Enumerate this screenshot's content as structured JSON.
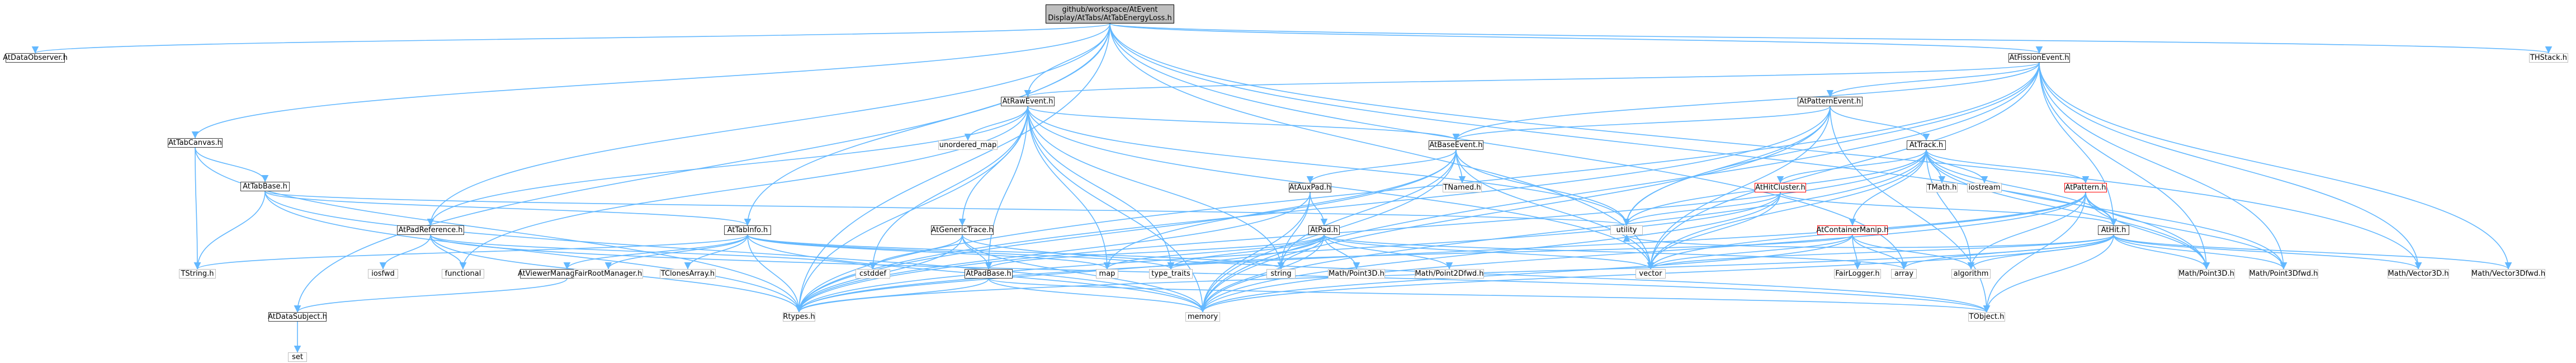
{
  "graph": {
    "root": {
      "line1": "github/workspace/AtEvent",
      "line2": "Display/AtTabs/AtTabEnergyLoss.h"
    },
    "nodes": [
      {
        "id": "root"
      },
      {
        "id": "AtDataObserver",
        "label": "AtDataObserver.h"
      },
      {
        "id": "AtTabCanvas",
        "label": "AtTabCanvas.h"
      },
      {
        "id": "AtTabBase",
        "label": "AtTabBase.h"
      },
      {
        "id": "AtPadReference",
        "label": "AtPadReference.h"
      },
      {
        "id": "AtTabInfo",
        "label": "AtTabInfo.h"
      },
      {
        "id": "AtRawEvent",
        "label": "AtRawEvent.h"
      },
      {
        "id": "unordered_map",
        "label": "unordered_map"
      },
      {
        "id": "AtGenericTrace",
        "label": "AtGenericTrace.h"
      },
      {
        "id": "AtBaseEvent",
        "label": "AtBaseEvent.h"
      },
      {
        "id": "TNamed",
        "label": "TNamed.h"
      },
      {
        "id": "AtAuxPad",
        "label": "AtAuxPad.h"
      },
      {
        "id": "AtPad",
        "label": "AtPad.h"
      },
      {
        "id": "AtFissionEvent",
        "label": "AtFissionEvent.h"
      },
      {
        "id": "AtPatternEvent",
        "label": "AtPatternEvent.h"
      },
      {
        "id": "AtTrack",
        "label": "AtTrack.h"
      },
      {
        "id": "AtHitCluster",
        "label": "AtHitCluster.h"
      },
      {
        "id": "TMath",
        "label": "TMath.h"
      },
      {
        "id": "iostream",
        "label": "iostream"
      },
      {
        "id": "AtPattern",
        "label": "AtPattern.h"
      },
      {
        "id": "AtContainerManip",
        "label": "AtContainerManip.h"
      },
      {
        "id": "AtHit",
        "label": "AtHit.h"
      },
      {
        "id": "THStack",
        "label": "THStack.h"
      },
      {
        "id": "AtViewerManagerSubject",
        "label": "AtViewerManagerSubject.h"
      },
      {
        "id": "AtDataSubject",
        "label": "AtDataSubject.h"
      },
      {
        "id": "set",
        "label": "set"
      },
      {
        "id": "TString",
        "label": "TString.h"
      },
      {
        "id": "iosfwd",
        "label": "iosfwd"
      },
      {
        "id": "functional",
        "label": "functional"
      },
      {
        "id": "FairRootManager",
        "label": "FairRootManager.h"
      },
      {
        "id": "TClonesArray",
        "label": "TClonesArray.h"
      },
      {
        "id": "cstddef",
        "label": "cstddef"
      },
      {
        "id": "AtPadBase",
        "label": "AtPadBase.h"
      },
      {
        "id": "map",
        "label": "map"
      },
      {
        "id": "type_traits",
        "label": "type_traits"
      },
      {
        "id": "string",
        "label": "string"
      },
      {
        "id": "MathPoint3D",
        "label": "Math/Point3D.h"
      },
      {
        "id": "MathPoint2Dfwd",
        "label": "Math/Point2Dfwd.h"
      },
      {
        "id": "utility",
        "label": "utility"
      },
      {
        "id": "vector",
        "label": "vector"
      },
      {
        "id": "FairLogger",
        "label": "FairLogger.h"
      },
      {
        "id": "array",
        "label": "array"
      },
      {
        "id": "algorithm",
        "label": "algorithm"
      },
      {
        "id": "MathPoint3D_b",
        "label": "Math/Point3D.h"
      },
      {
        "id": "MathPoint3Dfwd",
        "label": "Math/Point3Dfwd.h"
      },
      {
        "id": "MathVector3D",
        "label": "Math/Vector3D.h"
      },
      {
        "id": "MathVector3Dfwd",
        "label": "Math/Vector3Dfwd.h"
      },
      {
        "id": "Rtypes",
        "label": "Rtypes.h"
      },
      {
        "id": "memory",
        "label": "memory"
      },
      {
        "id": "TObject",
        "label": "TObject.h"
      }
    ],
    "edges": [
      [
        "root",
        "AtDataObserver"
      ],
      [
        "root",
        "AtTabCanvas"
      ],
      [
        "root",
        "AtPadReference"
      ],
      [
        "root",
        "AtTabInfo"
      ],
      [
        "root",
        "AtRawEvent"
      ],
      [
        "root",
        "AtFissionEvent"
      ],
      [
        "root",
        "THStack"
      ],
      [
        "root",
        "array"
      ],
      [
        "root",
        "vector"
      ],
      [
        "root",
        "Rtypes"
      ],
      [
        "root",
        "AtDataSubject"
      ],
      [
        "root",
        "MathPoint3D_b"
      ],
      [
        "root",
        "MathVector3D"
      ],
      [
        "AtTabCanvas",
        "AtTabBase"
      ],
      [
        "AtTabCanvas",
        "TString"
      ],
      [
        "AtTabCanvas",
        "Rtypes"
      ],
      [
        "AtTabBase",
        "AtTabInfo"
      ],
      [
        "AtTabBase",
        "TString"
      ],
      [
        "AtTabBase",
        "Rtypes"
      ],
      [
        "AtTabBase",
        "memory"
      ],
      [
        "AtTabBase",
        "utility"
      ],
      [
        "AtPadReference",
        "iosfwd"
      ],
      [
        "AtPadReference",
        "functional"
      ],
      [
        "AtPadReference",
        "Rtypes"
      ],
      [
        "AtPadReference",
        "cstddef"
      ],
      [
        "AtPadReference",
        "TObject"
      ],
      [
        "AtTabInfo",
        "AtViewerManagerSubject"
      ],
      [
        "AtTabInfo",
        "FairRootManager"
      ],
      [
        "AtTabInfo",
        "TClonesArray"
      ],
      [
        "AtTabInfo",
        "map"
      ],
      [
        "AtTabInfo",
        "memory"
      ],
      [
        "AtTabInfo",
        "string"
      ],
      [
        "AtTabInfo",
        "type_traits"
      ],
      [
        "AtTabInfo",
        "Rtypes"
      ],
      [
        "AtTabInfo",
        "TString"
      ],
      [
        "AtViewerManagerSubject",
        "AtDataSubject"
      ],
      [
        "AtDataSubject",
        "set"
      ],
      [
        "AtRawEvent",
        "unordered_map"
      ],
      [
        "AtRawEvent",
        "AtGenericTrace"
      ],
      [
        "AtRawEvent",
        "AtBaseEvent"
      ],
      [
        "AtRawEvent",
        "AtPadReference"
      ],
      [
        "AtRawEvent",
        "AtPadBase"
      ],
      [
        "AtRawEvent",
        "map"
      ],
      [
        "AtRawEvent",
        "memory"
      ],
      [
        "AtRawEvent",
        "Rtypes"
      ],
      [
        "AtRawEvent",
        "vector"
      ],
      [
        "AtRawEvent",
        "utility"
      ],
      [
        "AtRawEvent",
        "type_traits"
      ],
      [
        "AtRawEvent",
        "functional"
      ],
      [
        "AtRawEvent",
        "cstddef"
      ],
      [
        "AtRawEvent",
        "string"
      ],
      [
        "AtGenericTrace",
        "AtPadBase"
      ],
      [
        "AtGenericTrace",
        "Rtypes"
      ],
      [
        "AtGenericTrace",
        "cstddef"
      ],
      [
        "AtGenericTrace",
        "memory"
      ],
      [
        "AtGenericTrace",
        "TObject"
      ],
      [
        "AtBaseEvent",
        "TNamed"
      ],
      [
        "AtBaseEvent",
        "AtAuxPad"
      ],
      [
        "AtBaseEvent",
        "utility"
      ],
      [
        "AtBaseEvent",
        "map"
      ],
      [
        "AtBaseEvent",
        "string"
      ],
      [
        "AtBaseEvent",
        "vector"
      ],
      [
        "AtBaseEvent",
        "Rtypes"
      ],
      [
        "AtBaseEvent",
        "memory"
      ],
      [
        "AtAuxPad",
        "AtPad"
      ],
      [
        "AtAuxPad",
        "string"
      ],
      [
        "AtAuxPad",
        "Rtypes"
      ],
      [
        "AtAuxPad",
        "memory"
      ],
      [
        "AtPad",
        "AtPadBase"
      ],
      [
        "AtPad",
        "MathPoint3D"
      ],
      [
        "AtPad",
        "MathPoint2Dfwd"
      ],
      [
        "AtPad",
        "array"
      ],
      [
        "AtPad",
        "map"
      ],
      [
        "AtPad",
        "memory"
      ],
      [
        "AtPad",
        "Rtypes"
      ],
      [
        "AtPad",
        "string"
      ],
      [
        "AtPad",
        "type_traits"
      ],
      [
        "AtPad",
        "vector"
      ],
      [
        "AtPadBase",
        "Rtypes"
      ],
      [
        "AtPadBase",
        "memory"
      ],
      [
        "AtPadBase",
        "TObject"
      ],
      [
        "AtFissionEvent",
        "AtPatternEvent"
      ],
      [
        "AtFissionEvent",
        "AtBaseEvent"
      ],
      [
        "AtFissionEvent",
        "AtRawEvent"
      ],
      [
        "AtFissionEvent",
        "AtHit"
      ],
      [
        "AtFissionEvent",
        "MathPoint3D_b"
      ],
      [
        "AtFissionEvent",
        "MathPoint3Dfwd"
      ],
      [
        "AtFissionEvent",
        "MathVector3D"
      ],
      [
        "AtFissionEvent",
        "MathVector3Dfwd"
      ],
      [
        "AtFissionEvent",
        "Rtypes"
      ],
      [
        "AtFissionEvent",
        "utility"
      ],
      [
        "AtFissionEvent",
        "vector"
      ],
      [
        "AtFissionEvent",
        "memory"
      ],
      [
        "AtPatternEvent",
        "AtTrack"
      ],
      [
        "AtPatternEvent",
        "AtBaseEvent"
      ],
      [
        "AtPatternEvent",
        "Rtypes"
      ],
      [
        "AtPatternEvent",
        "vector"
      ],
      [
        "AtPatternEvent",
        "utility"
      ],
      [
        "AtPatternEvent",
        "memory"
      ],
      [
        "AtPatternEvent",
        "TObject"
      ],
      [
        "AtTrack",
        "AtHitCluster"
      ],
      [
        "AtTrack",
        "TMath"
      ],
      [
        "AtTrack",
        "iostream"
      ],
      [
        "AtTrack",
        "AtPattern"
      ],
      [
        "AtTrack",
        "AtContainerManip"
      ],
      [
        "AtTrack",
        "AtHit"
      ],
      [
        "AtTrack",
        "utility"
      ],
      [
        "AtTrack",
        "vector"
      ],
      [
        "AtTrack",
        "algorithm"
      ],
      [
        "AtTrack",
        "memory"
      ],
      [
        "AtTrack",
        "Rtypes"
      ],
      [
        "AtTrack",
        "MathPoint3D_b"
      ],
      [
        "AtTrack",
        "MathPoint3Dfwd"
      ],
      [
        "AtHitCluster",
        "AtHit"
      ],
      [
        "AtHitCluster",
        "vector"
      ],
      [
        "AtHitCluster",
        "Rtypes"
      ],
      [
        "AtHitCluster",
        "memory"
      ],
      [
        "AtHitCluster",
        "utility"
      ],
      [
        "AtPattern",
        "AtHit"
      ],
      [
        "AtPattern",
        "Rtypes"
      ],
      [
        "AtPattern",
        "vector"
      ],
      [
        "AtPattern",
        "memory"
      ],
      [
        "AtPattern",
        "algorithm"
      ],
      [
        "AtPattern",
        "MathPoint3D_b"
      ],
      [
        "AtPattern",
        "MathPoint3Dfwd"
      ],
      [
        "AtPattern",
        "TObject"
      ],
      [
        "AtContainerManip",
        "FairLogger"
      ],
      [
        "AtContainerManip",
        "vector"
      ],
      [
        "AtContainerManip",
        "array"
      ],
      [
        "AtContainerManip",
        "algorithm"
      ],
      [
        "AtContainerManip",
        "memory"
      ],
      [
        "AtContainerManip",
        "type_traits"
      ],
      [
        "AtHit",
        "vector"
      ],
      [
        "AtHit",
        "array"
      ],
      [
        "AtHit",
        "algorithm"
      ],
      [
        "AtHit",
        "MathPoint3D_b"
      ],
      [
        "AtHit",
        "MathPoint3Dfwd"
      ],
      [
        "AtHit",
        "MathVector3D"
      ],
      [
        "AtHit",
        "MathVector3Dfwd"
      ],
      [
        "AtHit",
        "Rtypes"
      ],
      [
        "AtHit",
        "memory"
      ],
      [
        "AtHit",
        "TObject"
      ],
      [
        "AtHit",
        "utility"
      ]
    ]
  }
}
